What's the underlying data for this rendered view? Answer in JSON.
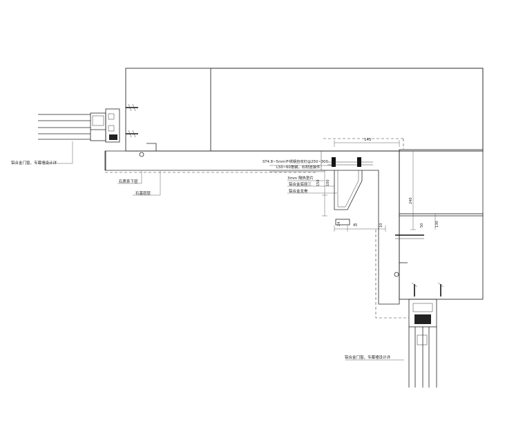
{
  "annotations": {
    "window_left": "铝合金门窗，专幕墙设计详",
    "stone_panel": "石质系下层",
    "stone_base": "石基层层",
    "anchor_long": "ST4.8~5mm不锈钢自攻钉@250~300",
    "anchor_short": "L50~60角钢，石材连接件",
    "insulation_strip": "3mm 隔热垫片",
    "bracket_3": "铝合金底座三",
    "bracket_keel": "铝合金龙骨",
    "window_bottom": "铝合金门窗，专幕墙设计详"
  },
  "dimensions": {
    "top_width": "145",
    "v_left_a": "100",
    "v_left_b": "150",
    "bottom_left": "24",
    "bottom_mid": "45",
    "right_main": "240",
    "right_small": "10",
    "right_lower": "130",
    "right_upper": "50"
  },
  "colors": {
    "line": "#222222",
    "background": "#ffffff"
  }
}
